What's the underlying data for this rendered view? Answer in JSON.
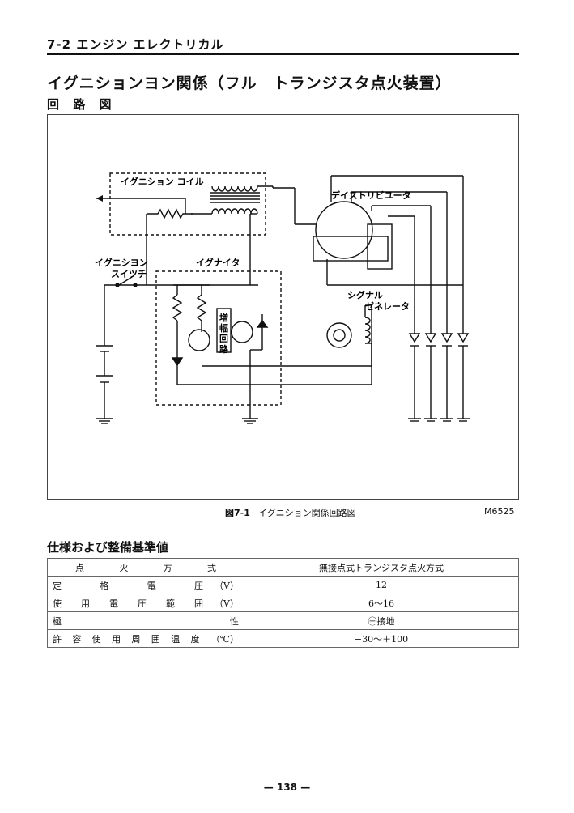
{
  "header": {
    "section": "7-2  エンジン エレクトリカル"
  },
  "title": "イグニションヨン関係（フル　トランジスタ点火装置）",
  "subtitle": "回 路 図",
  "figure": {
    "labels": {
      "coil": "イグニション コイル",
      "distributor": "デイストリビユータ",
      "switch_line1": "イグニシヨン",
      "switch_line2": "スイツチ",
      "igniter": "イグナイタ",
      "amp": [
        "増",
        "幅",
        "回",
        "路"
      ],
      "signal_line1": "シグナル",
      "signal_line2": "ゼネレータ"
    },
    "caption_number": "図7-1",
    "caption_text": "イグニション関係回路図",
    "code": "M6525"
  },
  "spec": {
    "title": "仕様および整備基準値",
    "rows": [
      {
        "item": "点火方式",
        "unit": "",
        "value": "無接点式トランジスタ点火方式"
      },
      {
        "item": "定格電圧",
        "unit": "（V）",
        "value": "12"
      },
      {
        "item": "使用電圧範囲",
        "unit": "（V）",
        "value": "6～16"
      },
      {
        "item": "極性",
        "unit": "",
        "value": "㊀接地"
      },
      {
        "item": "許容使用周囲温度",
        "unit": "（℃）",
        "value": "−30～＋100"
      }
    ]
  },
  "page_number": "— 138 —"
}
